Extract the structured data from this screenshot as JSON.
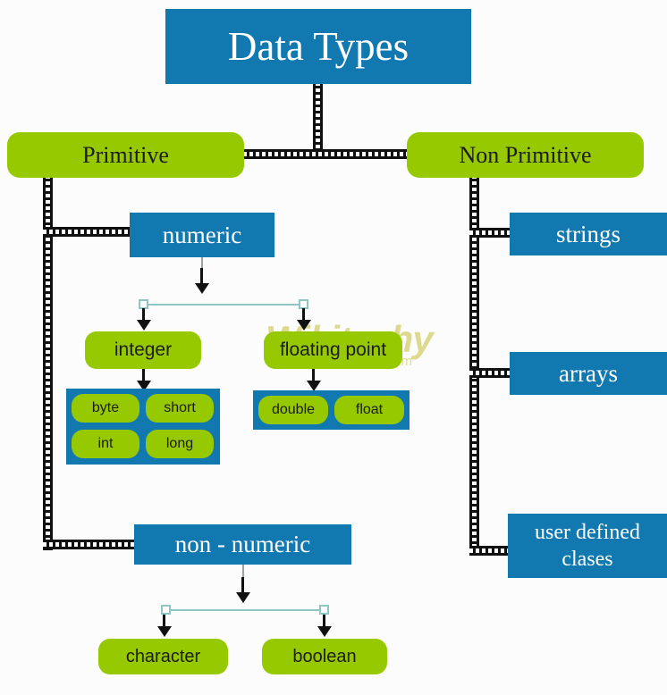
{
  "diagram": {
    "title": "Data Types",
    "watermark": {
      "main": "Wikitechy",
      "sub": ".com"
    },
    "colors": {
      "blue": "#1178b0",
      "green": "#97c900",
      "connector": "#111111",
      "teal": "#8fc6c2",
      "text_light": "#ffffff",
      "text_dark": "#1b1b1b",
      "watermark": "#c9c44a"
    },
    "nodes": {
      "root": "Data Types",
      "primitive": "Primitive",
      "non_primitive": "Non Primitive",
      "numeric": "numeric",
      "non_numeric": "non - numeric",
      "integer": "integer",
      "floating_point": "floating point",
      "character": "character",
      "boolean": "boolean",
      "strings": "strings",
      "arrays": "arrays",
      "user_defined_classes": "user defined clases"
    },
    "integer_types": [
      "byte",
      "short",
      "int",
      "long"
    ],
    "float_types": [
      "double",
      "float"
    ]
  }
}
